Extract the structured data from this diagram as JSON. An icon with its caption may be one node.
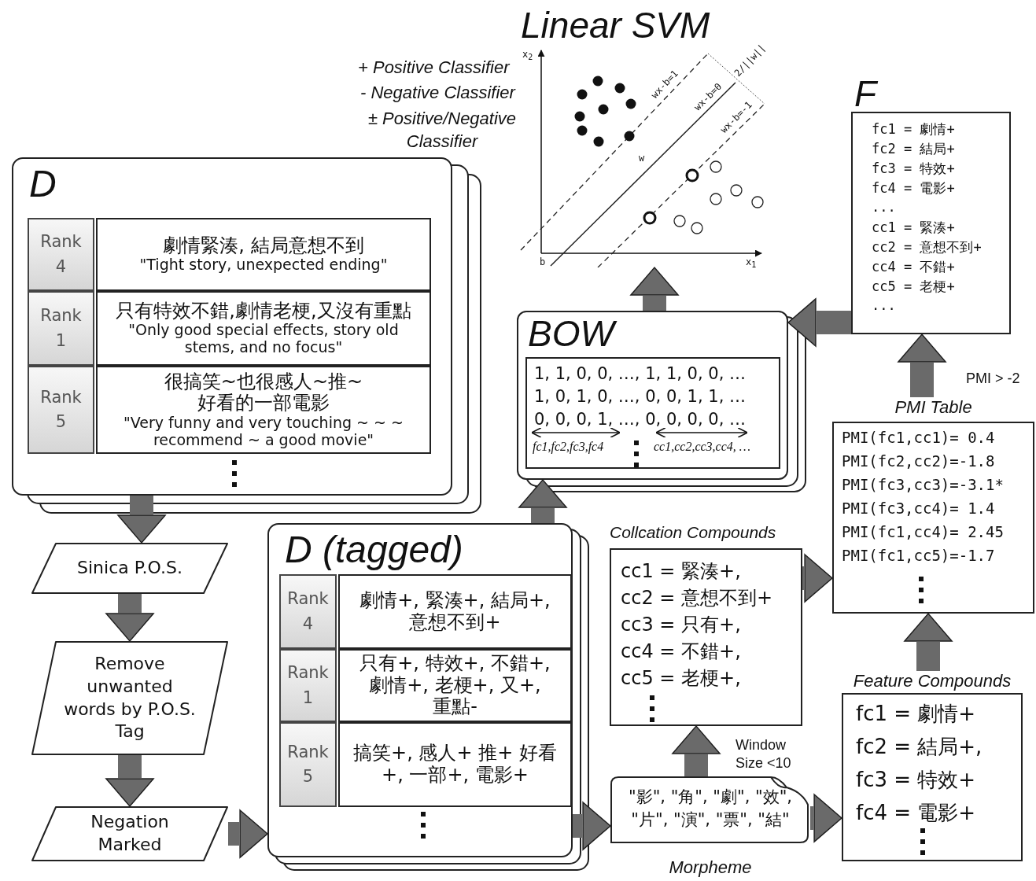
{
  "diagram": {
    "nodes": [
      {
        "text": [
          "D"
        ]
      },
      {
        "text": [
          "Rank 4"
        ],
        "in": 0
      },
      {
        "text": [
          "劇情緊湊, 結局意想不到",
          "\"Tight story, unexpected ending\""
        ],
        "in": 0
      },
      {
        "text": [
          "Rank 1"
        ],
        "in": 0
      },
      {
        "text": [
          "只有特效不錯,劇情老梗,又沒有重點",
          "\"Only good special effects, story old stems, and no focus\""
        ],
        "in": 0
      },
      {
        "text": [
          "Rank 5"
        ],
        "in": 0
      },
      {
        "text": [
          "很搞笑~也很感人~推~好看的一部電影",
          "\"Very funny and very touching ~ ~ ~ recommend ~ a good movie\""
        ],
        "in": 0
      },
      {
        "text": [
          "Sinica P.O.S."
        ]
      },
      {
        "text": [
          "Remove unwanted words by P.O.S. Tag"
        ]
      },
      {
        "text": [
          "Negation Marked"
        ]
      },
      {
        "text": [
          "D (tagged)"
        ]
      },
      {
        "text": [
          "Rank 4"
        ],
        "in": 10
      },
      {
        "text": [
          "劇情+, 緊湊+, 結局+, 意想不到+"
        ],
        "in": 10
      },
      {
        "text": [
          "Rank 1"
        ],
        "in": 10
      },
      {
        "text": [
          "只有+, 特效+, 不錯+, 劇情+, 老梗+, 又+, 重點-"
        ],
        "in": 10
      },
      {
        "text": [
          "Rank 5"
        ],
        "in": 10
      },
      {
        "text": [
          "搞笑+, 感人+ 推+ 好看+, 一部+, 電影+"
        ],
        "in": 10
      },
      {
        "text": [
          "\"影\", \"角\", \"劇\", \"效\", \"片\", \"演\", \"票\", \"結\"",
          "Morpheme"
        ]
      },
      {
        "text": [
          "Collcation Compounds",
          "cc1 = 緊湊+,",
          "cc2 = 意想不到+",
          "cc3 = 只有+,",
          "cc4 = 不錯+,",
          "cc5 = 老梗+,"
        ]
      },
      {
        "text": [
          "Feature Compounds",
          "fc1 = 劇情+",
          "fc2 = 結局+,",
          "fc3 = 特效+",
          "fc4 = 電影+"
        ]
      },
      {
        "text": [
          "PMI Table",
          "PMI(fc1,cc1)= 0.4",
          "PMI(fc2,cc2)=-1.8",
          "PMI(fc3,cc3)=-3.1*",
          "PMI(fc3,cc4)= 1.4",
          "PMI(fc1,cc4)= 2.45",
          "PMI(fc1,cc5)=-1.7"
        ]
      },
      {
        "text": [
          "F",
          "fc1 = 劇情+",
          "fc2 = 結局+",
          "fc3 = 特效+",
          "fc4 = 電影+",
          "...",
          "cc1 = 緊湊+",
          "cc2 = 意想不到+",
          "cc4 = 不錯+",
          "cc5 = 老梗+",
          "..."
        ]
      },
      {
        "text": [
          "BOW",
          "1, 1, 0, 0, …, 1, 1, 0, 0, …",
          "1, 0, 1, 0, …, 0, 0, 1, 1, …",
          "0, 0, 0, 1, …, 0, 0, 0, 0, …",
          "fc1,fc2,fc3,fc4",
          "cc1,cc2,cc3,cc4, …"
        ]
      },
      {
        "text": [
          "Linear SVM"
        ]
      }
    ],
    "edges": [
      {
        "from": 0,
        "to": 7,
        "arrow": "to"
      },
      {
        "from": 7,
        "to": 8,
        "arrow": "to"
      },
      {
        "from": 8,
        "to": 9,
        "arrow": "to"
      },
      {
        "from": 9,
        "to": 10,
        "arrow": "to"
      },
      {
        "from": 10,
        "to": 17,
        "arrow": "to"
      },
      {
        "from": 17,
        "to": 18,
        "arrow": "to",
        "label": "Window Size <10"
      },
      {
        "from": 17,
        "to": 19,
        "arrow": "to"
      },
      {
        "from": 18,
        "to": 20,
        "arrow": "to"
      },
      {
        "from": 19,
        "to": 20,
        "arrow": "to"
      },
      {
        "from": 20,
        "to": 21,
        "arrow": "to",
        "label": "PMI > -2"
      },
      {
        "from": 21,
        "to": 22,
        "arrow": "to"
      },
      {
        "from": 10,
        "to": 22,
        "arrow": "to"
      },
      {
        "from": 22,
        "to": 23,
        "arrow": "to"
      }
    ],
    "labels": [
      "+ Positive Classifier",
      "- Negative Classifier",
      "± Positive/Negative Classifier",
      "x$_{2}$",
      "wx-b=1",
      "wx-b=0",
      "wx-b=-1",
      "2/||w||",
      "w",
      "b",
      "x$_{1}$"
    ]
  }
}
